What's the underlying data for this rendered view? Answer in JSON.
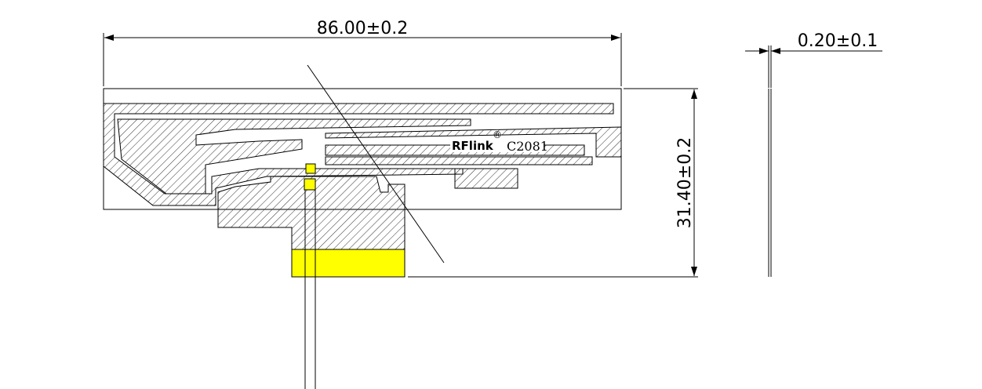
{
  "dimensions": {
    "length": "86.00±0.2",
    "width": "31.40±0.2",
    "thickness": "0.20±0.1"
  },
  "label": {
    "logo": "RFlink",
    "registered": "®",
    "model": "C2081"
  },
  "colors": {
    "line": "#000000",
    "hatch": "#333333",
    "highlight": "#ffff00"
  }
}
